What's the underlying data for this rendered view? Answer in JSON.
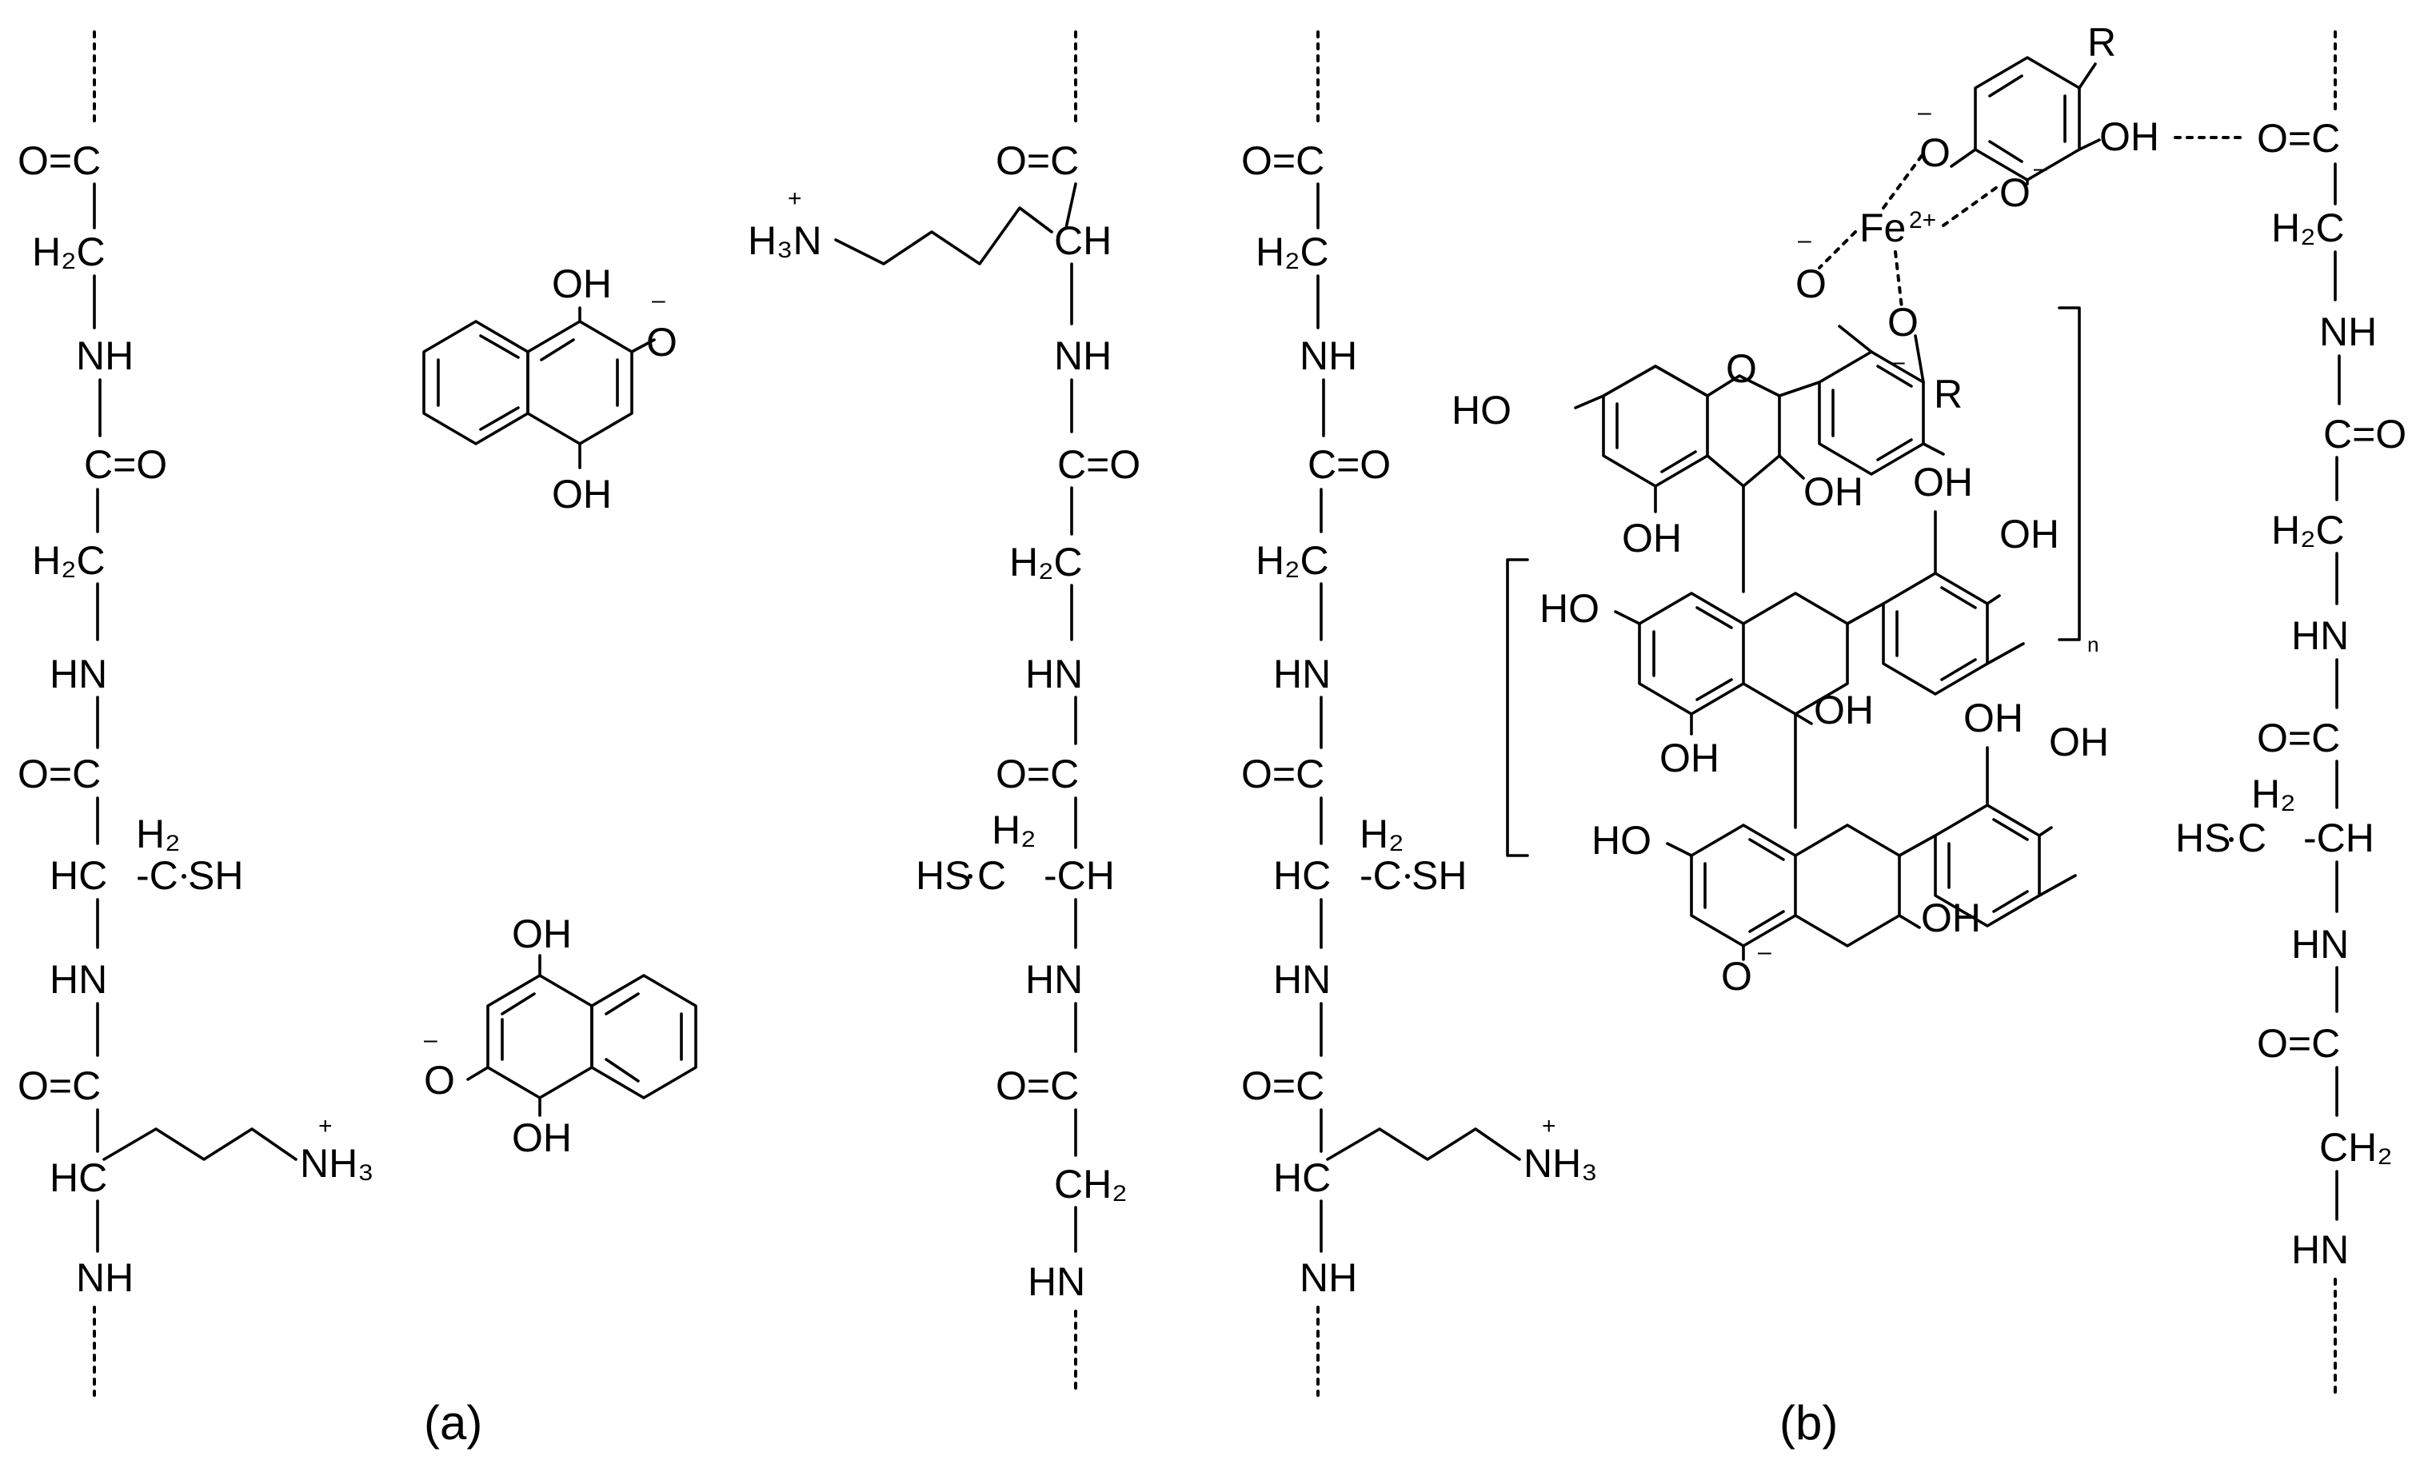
{
  "captions": {
    "a": "(a)",
    "b": "(b)"
  },
  "protein_chain": {
    "carbonyl": "O=C",
    "methylene": "H₂C",
    "amide_nh": "NH",
    "amide_hn": "HN",
    "carbonyl_r": "C=O",
    "methine": "HC",
    "methine_r": "CH",
    "ch2_small": "H₂",
    "thiol": "SH",
    "thiol_l": "HS",
    "ammonium": "NH₃",
    "ammonium_l": "H₃N",
    "charge_plus": "+",
    "methylene_r": "CH₂"
  },
  "lawsone": {
    "hydroxyl": "OH",
    "oxide": "O",
    "charge_minus": "–"
  },
  "tannin": {
    "hydroxyl": "OH",
    "hydroxyl_l": "HO",
    "ring_o": "O",
    "oxide": "O",
    "substituent": "R",
    "charge_minus": "–",
    "iron": "Fe",
    "iron_charge": "2+",
    "repeat_index": "n"
  }
}
